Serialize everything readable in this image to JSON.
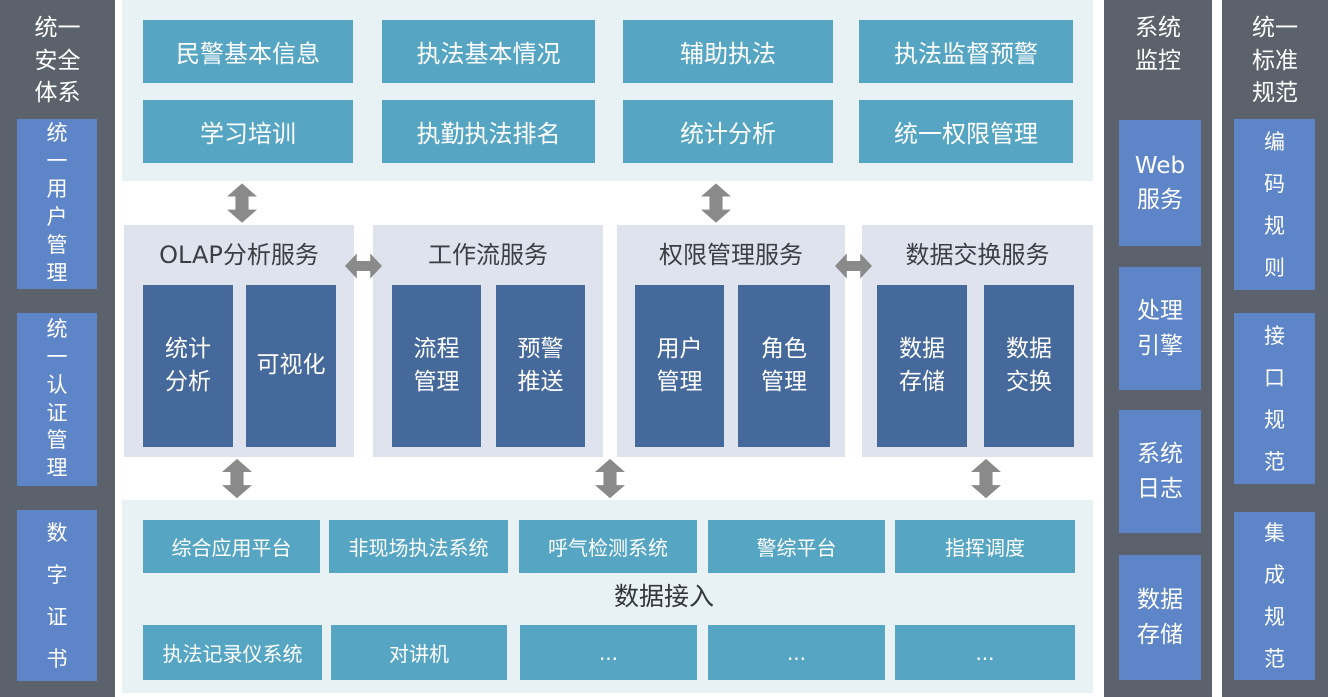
{
  "left_sidebar": {
    "title": "统一\n安全\n体系",
    "items": [
      {
        "label": "统\n一\n用\n户\n管\n理"
      },
      {
        "label": "统\n一\n认\n证\n管\n理"
      },
      {
        "label": "数\n字\n证\n书"
      }
    ]
  },
  "top_section": {
    "rows": [
      {
        "cells": [
          "民警基本信息",
          "执法基本情况",
          "辅助执法",
          "执法监督预警"
        ]
      },
      {
        "cells": [
          "学习培训",
          "执勤执法排名",
          "统计分析",
          "统一权限管理"
        ]
      }
    ]
  },
  "services": [
    {
      "title": "OLAP分析服务",
      "boxes": [
        "统计\n分析",
        "可视化"
      ]
    },
    {
      "title": "工作流服务",
      "boxes": [
        "流程\n管理",
        "预警\n推送"
      ]
    },
    {
      "title": "权限管理服务",
      "boxes": [
        "用户\n管理",
        "角色\n管理"
      ]
    },
    {
      "title": "数据交换服务",
      "boxes": [
        "数据\n存储",
        "数据\n交换"
      ]
    }
  ],
  "bottom_section": {
    "row1": [
      "综合应用平台",
      "非现场执法系统",
      "呼气检测系统",
      "警综平台",
      "指挥调度"
    ],
    "label": "数据接入",
    "row2": [
      "执法记录仪系统",
      "对讲机",
      "...",
      "...",
      "..."
    ]
  },
  "monitor_column": {
    "title": "系统\n监控",
    "items": [
      "Web\n服务",
      "处理\n引擎",
      "系统\n日志",
      "数据\n存储"
    ]
  },
  "standard_column": {
    "title": "统一\n标准\n规范",
    "items": [
      "编\n码\n规\n则",
      "接\n口\n规\n范",
      "集\n成\n规\n范"
    ]
  },
  "colors": {
    "column_bg": "#5b626b",
    "column_item_bg": "#5d85c7",
    "section_bg": "#e8f2f5",
    "teal_box_bg": "#55a5c3",
    "panel_bg": "#dfe3ee",
    "panel_box_bg": "#46699c",
    "arrow": "#8a8a8a",
    "heading_text": "#3c3e44"
  }
}
